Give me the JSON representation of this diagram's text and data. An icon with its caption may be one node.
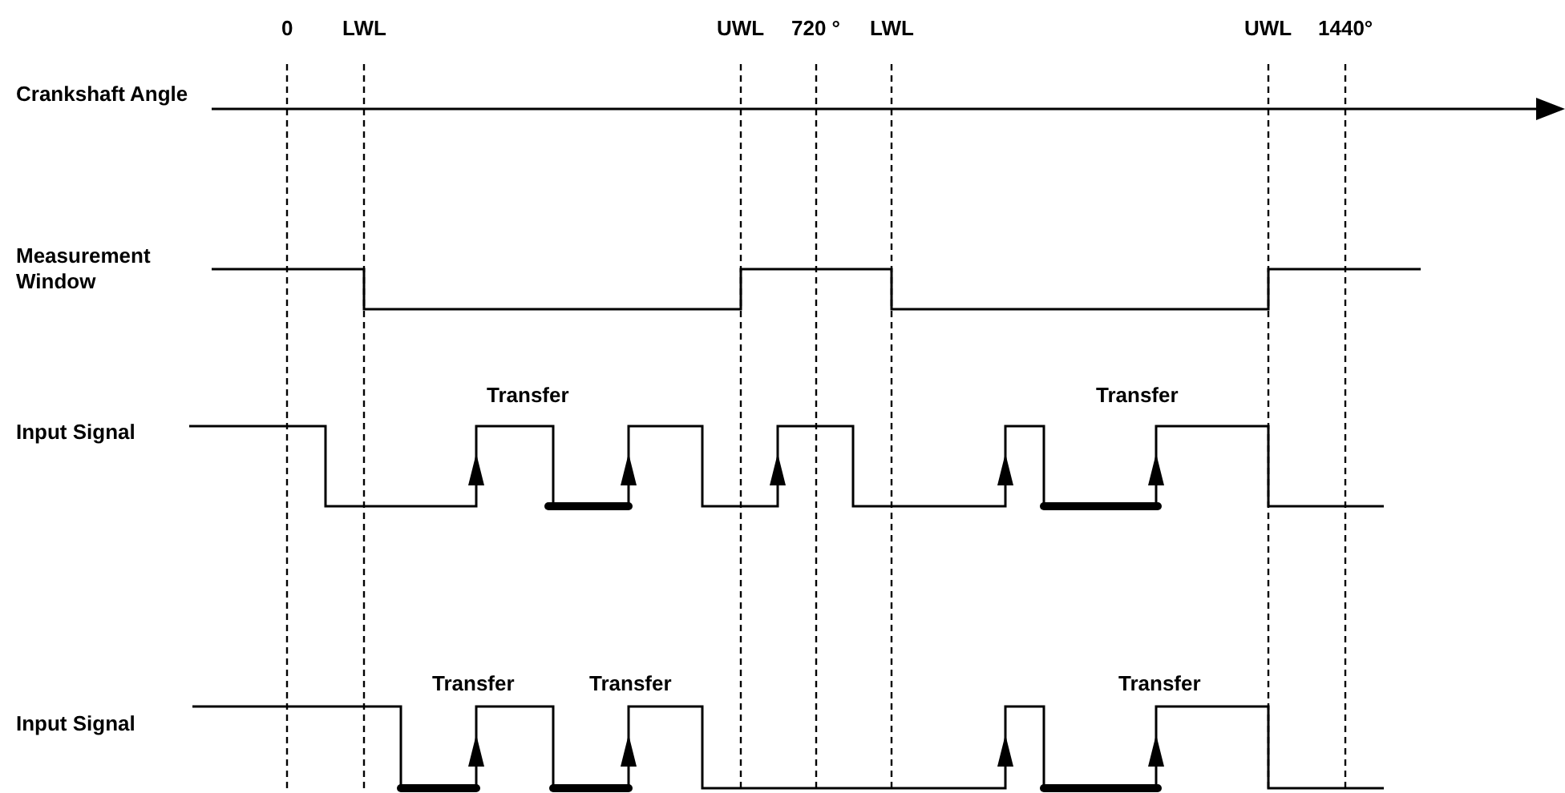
{
  "diagram": {
    "labels": [
      "0",
      "LWL",
      "UWL",
      "720 °",
      "LWL",
      "UWL",
      "1440°",
      "Crankshaft Angle",
      "Measurement Window",
      "Transfer",
      "Transfer",
      "Input Signal",
      "Transfer",
      "Transfer",
      "Transfer",
      "Input Signal"
    ]
  }
}
